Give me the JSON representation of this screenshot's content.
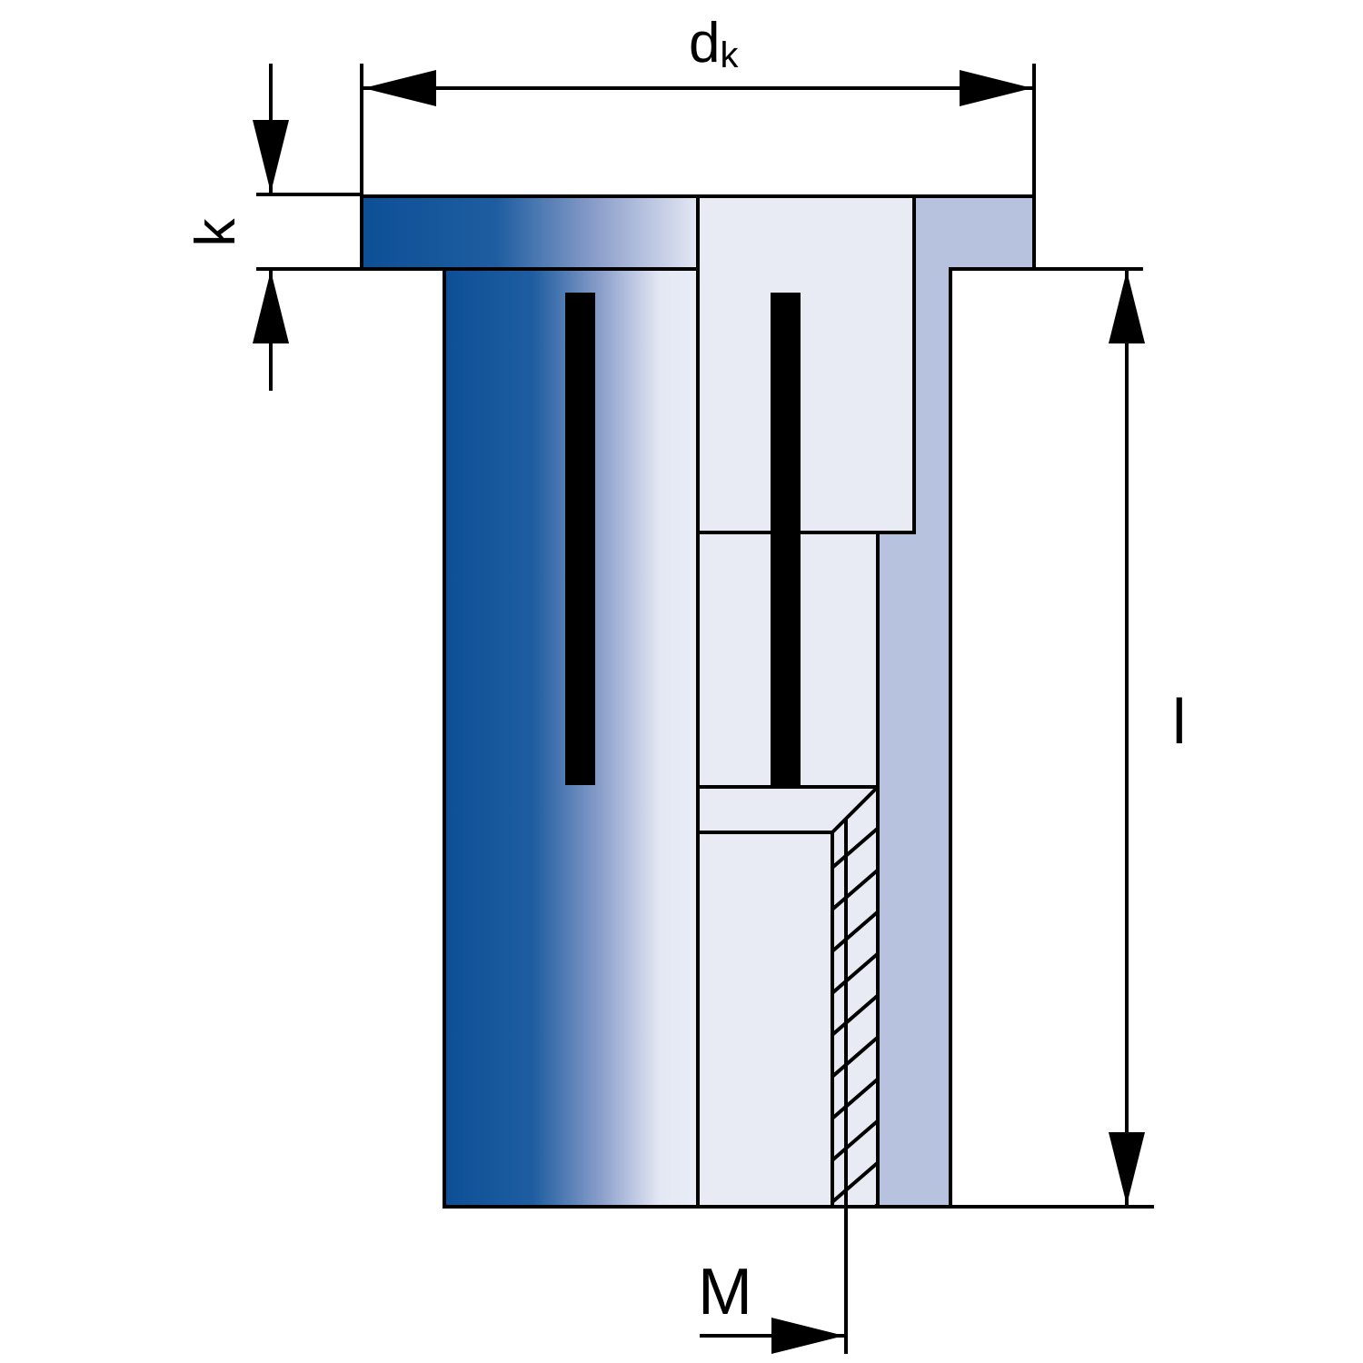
{
  "labels": {
    "head_diameter": "d",
    "head_diameter_subscript": "k",
    "head_height": "k",
    "length": "l",
    "thread": "M"
  },
  "colors": {
    "outline": "#000000",
    "body_dark": "#0d4f96",
    "body_mid": "#6f86bd",
    "body_light": "#e7ebf5",
    "section_fill": "#b7c2df",
    "bore_fill": "#e8ebf3",
    "background": "#ffffff"
  }
}
